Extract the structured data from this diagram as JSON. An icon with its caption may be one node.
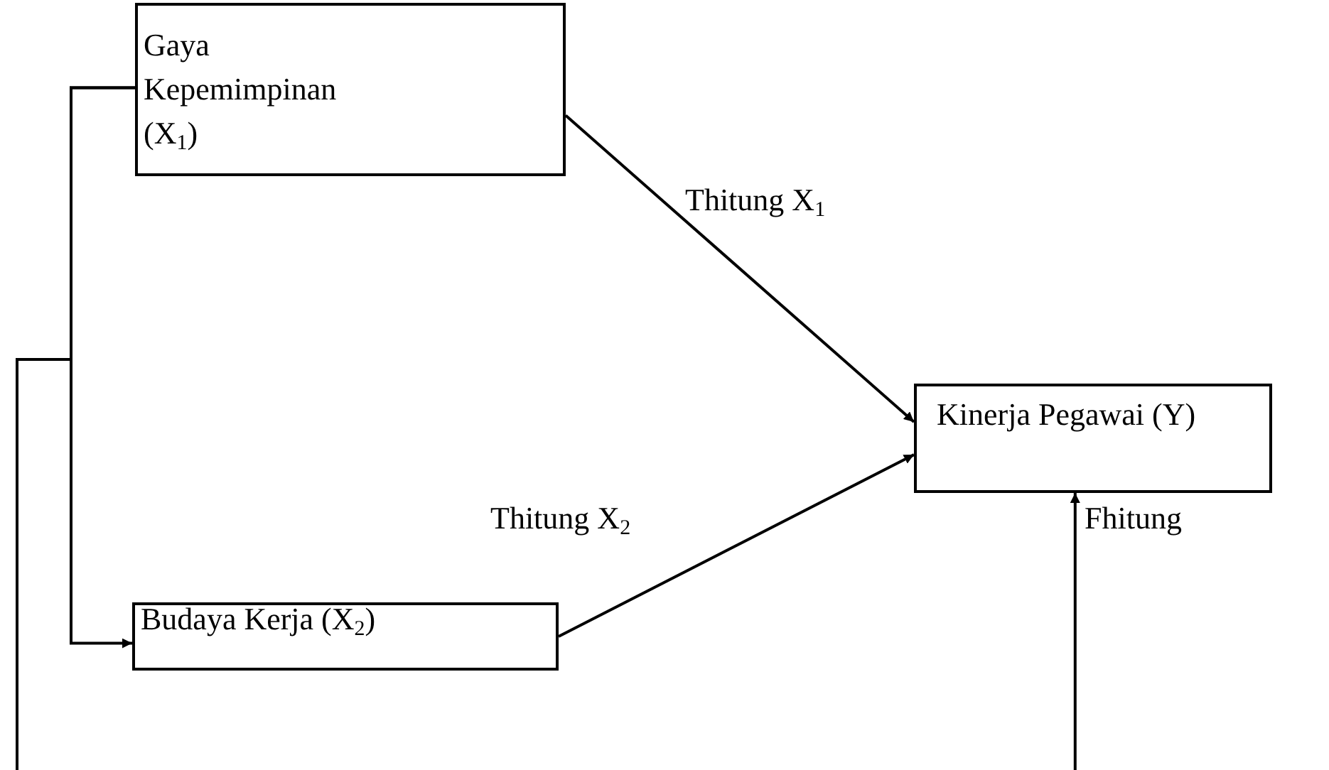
{
  "diagram": {
    "nodes": [
      {
        "text": [
          "Gaya Kepemimpinan (X$_{1}$)"
        ]
      },
      {
        "text": [
          "Budaya Kerja (X$_{2}$)"
        ]
      },
      {
        "text": [
          "Kinerja Pegawai (Y)"
        ]
      }
    ],
    "edges": [
      {
        "from": 0,
        "to": 2,
        "arrow": "to",
        "label": "Thitung X$_{1}$"
      },
      {
        "from": 1,
        "to": 2,
        "arrow": "to",
        "label": "Thitung X$_{2}$"
      },
      {
        "from": 0,
        "to": 1,
        "arrow": "to"
      },
      {
        "from": 0,
        "to": 2,
        "arrow": "to",
        "label": "Fhitung"
      }
    ]
  }
}
